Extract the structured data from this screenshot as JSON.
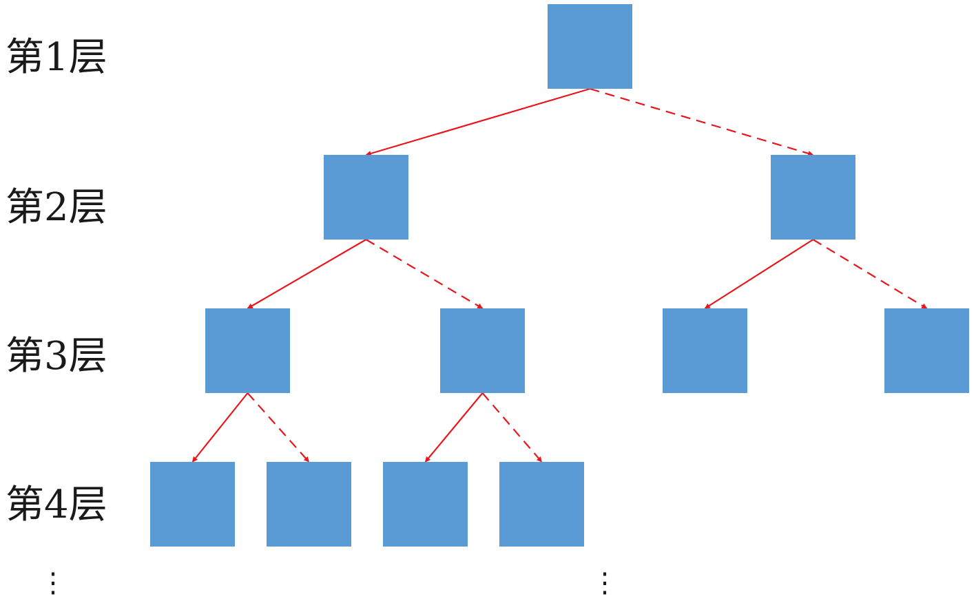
{
  "levels": [
    "第1层",
    "第2层",
    "第3层",
    "第4层"
  ],
  "continuation": "⋮",
  "colors": {
    "node": "#5b9bd5",
    "edge": "#e8161b"
  },
  "tree": {
    "nodes": [
      "L1",
      "L2a",
      "L2b",
      "L3a",
      "L3b",
      "L3c",
      "L3d",
      "L4a",
      "L4b",
      "L4c",
      "L4d"
    ],
    "edges": [
      {
        "from": "L1",
        "to": "L2a",
        "style": "solid"
      },
      {
        "from": "L1",
        "to": "L2b",
        "style": "dashed"
      },
      {
        "from": "L2a",
        "to": "L3a",
        "style": "solid"
      },
      {
        "from": "L2a",
        "to": "L3b",
        "style": "dashed"
      },
      {
        "from": "L2b",
        "to": "L3c",
        "style": "solid"
      },
      {
        "from": "L2b",
        "to": "L3d",
        "style": "dashed"
      },
      {
        "from": "L3a",
        "to": "L4a",
        "style": "solid"
      },
      {
        "from": "L3a",
        "to": "L4b",
        "style": "dashed"
      },
      {
        "from": "L3b",
        "to": "L4c",
        "style": "solid"
      },
      {
        "from": "L3b",
        "to": "L4d",
        "style": "dashed"
      }
    ]
  }
}
